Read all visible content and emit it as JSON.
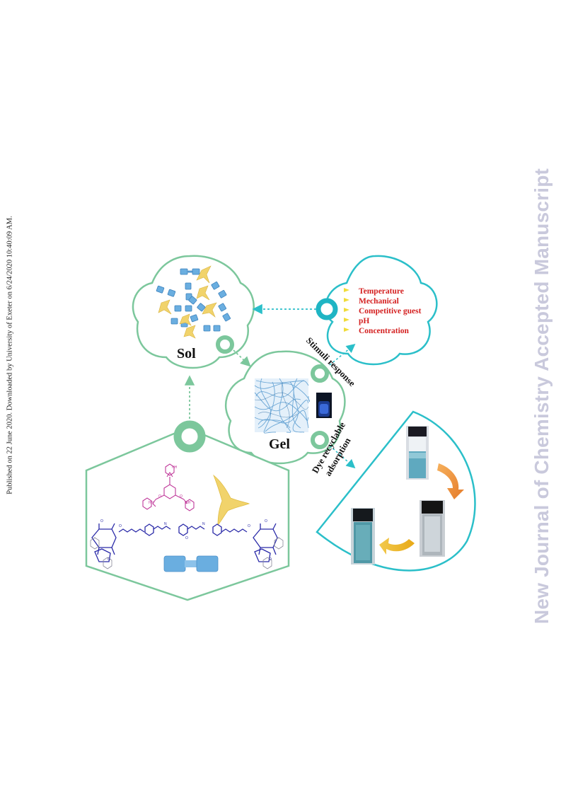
{
  "side_note": "Published on 22 June 2020. Downloaded by University of Exeter on 6/24/2020 10:40:09 AM.",
  "watermark": "New Journal of Chemistry Accepted Manuscript",
  "graphic": {
    "sol_label": "Sol",
    "gel_label": "Gel",
    "stimuli_response_label": "Stimuli response",
    "dye_label_line1": "Dye recyclable",
    "dye_label_line2": "adsorption",
    "stimuli": [
      "Temperature",
      "Mechanical",
      "Competitive guest",
      "pH",
      "Concentration"
    ]
  },
  "colors": {
    "green_outline": "#7cc79c",
    "teal_outline": "#2bbfc9",
    "stimuli_text": "#d42020",
    "host_blue": "#2a2aa8",
    "guest_magenta": "#c0399a",
    "tripod_yellow": "#f1d36b",
    "dumbbell_blue": "#6aaee0",
    "watermark": "#c9c9dc"
  }
}
